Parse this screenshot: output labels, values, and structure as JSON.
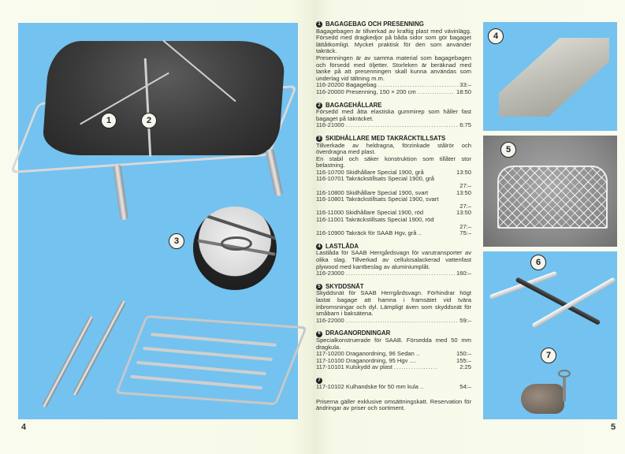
{
  "left_page": {
    "page_number": "4",
    "background_color": "#74c2ef",
    "callouts": [
      "1",
      "2",
      "3"
    ],
    "figures": [
      {
        "id": "bagagebag-on-roof-rack",
        "callouts": [
          "1",
          "2"
        ]
      },
      {
        "id": "rack-detail-circle",
        "callouts": [
          "3"
        ]
      },
      {
        "id": "ski-rack-and-roof-rack"
      }
    ]
  },
  "right_page": {
    "page_number": "5",
    "sections": [
      {
        "number": "1",
        "title": "BAGAGEBAG OCH PRESENNING",
        "paragraphs": [
          "Bagagebagen är tillverkad av kraftig plast med vävinlägg. Försedd med dragkedjor på båda sidor som gör bagaget lättåtkomligt. Mycket praktisk för den som använder takräck.",
          "Presenningen är av samma material som bagagebagen och försedd med öljetter. Storleken är beräknad med tanke på att presenningen skall kunna användas som underlag vid tältning m.m."
        ],
        "items": [
          {
            "code": "116-20200",
            "name": "Bagagebag",
            "price": "33:–"
          },
          {
            "code": "116-20000",
            "name": "Presenning, 150 × 200 cm",
            "price": "18:50"
          }
        ]
      },
      {
        "number": "2",
        "title": "BAGAGEHÅLLARE",
        "paragraphs": [
          "Försedd med åtta elastiska gummirep som håller fast bagaget på takräcket."
        ],
        "items": [
          {
            "code": "116-21000",
            "name": "",
            "price": "6:75"
          }
        ]
      },
      {
        "number": "3",
        "title": "SKIDHÅLLARE MED TAKRÄCKTILLSATS",
        "paragraphs": [
          "Tillverkade av heldragna, förzinkade stålrör och överdragna med plast.",
          "En stabil och säker konstruktion som tillåter stor belastning."
        ],
        "items": [
          {
            "code": "116-10700",
            "name": "Skidhållare Special 1900, grå",
            "price": "13:50"
          },
          {
            "code": "116-10701",
            "name": "Takräckstillsats Special 1900, grå",
            "price": "27:–"
          },
          {
            "code": "116-10800",
            "name": "Skidhållare Special 1900, svart",
            "price": "13:50"
          },
          {
            "code": "116-10801",
            "name": "Takräckstillsats Special 1900, svart",
            "price": "27:–"
          },
          {
            "code": "116-11000",
            "name": "Skidhållare Special 1900, röd",
            "price": "13:50"
          },
          {
            "code": "116-11001",
            "name": "Takräckstillsats Special 1900, röd",
            "price": "27:–"
          },
          {
            "code": "116-10900",
            "name": "Takräck för SAAB Hgv, grå ..",
            "price": "75:–"
          }
        ]
      },
      {
        "number": "4",
        "title": "LASTLÅDA",
        "paragraphs": [
          "Lastlåda för SAAB Herrgårdsvagn för varutransporter av olika slag. Tillverkad av cellulosalackerad vattenfast plywood med kantbeslag av aluminiumplåt."
        ],
        "items": [
          {
            "code": "116-23000",
            "name": "",
            "price": "160:–"
          }
        ]
      },
      {
        "number": "5",
        "title": "SKYDDSNÄT",
        "paragraphs": [
          "Skyddsnät för SAAB Herrgårdsvagn. Förhindrar högt lastat bagage att hamna i framsätet vid tvära inbromsningar och dyl. Lämpligt även som skyddsnät för småbarn i baksätena."
        ],
        "items": [
          {
            "code": "116-22000",
            "name": "",
            "price": "59:–"
          }
        ]
      },
      {
        "number": "6",
        "title": "DRAGANORDNINGAR",
        "paragraphs": [
          "Specialkonstruerade för SAAB. Försedda med 50 mm dragkula."
        ],
        "items": [
          {
            "code": "117-10200",
            "name": "Draganordning, 96 Sedan ..",
            "price": "150:–"
          },
          {
            "code": "117-10100",
            "name": "Draganordning, 95 Hgv ....",
            "price": "155:–"
          },
          {
            "code": "117-10101",
            "name": "Kulskydd av plast",
            "price": "2:25"
          }
        ]
      },
      {
        "number": "7",
        "title": "",
        "paragraphs": [],
        "items": [
          {
            "code": "117-10102",
            "name": "Kulhandske för 50 mm kula ..",
            "price": "54:–"
          }
        ]
      }
    ],
    "footer_note": "Priserna gäller exklusive omsättningskatt. Reservation för ändringar av priser och sortiment.",
    "figures": [
      {
        "id": "lastlada",
        "callout": "4"
      },
      {
        "id": "skyddsnat",
        "callout": "5"
      },
      {
        "id": "draganordning",
        "callout": "6"
      },
      {
        "id": "kulhandske",
        "callout": "7"
      }
    ]
  }
}
